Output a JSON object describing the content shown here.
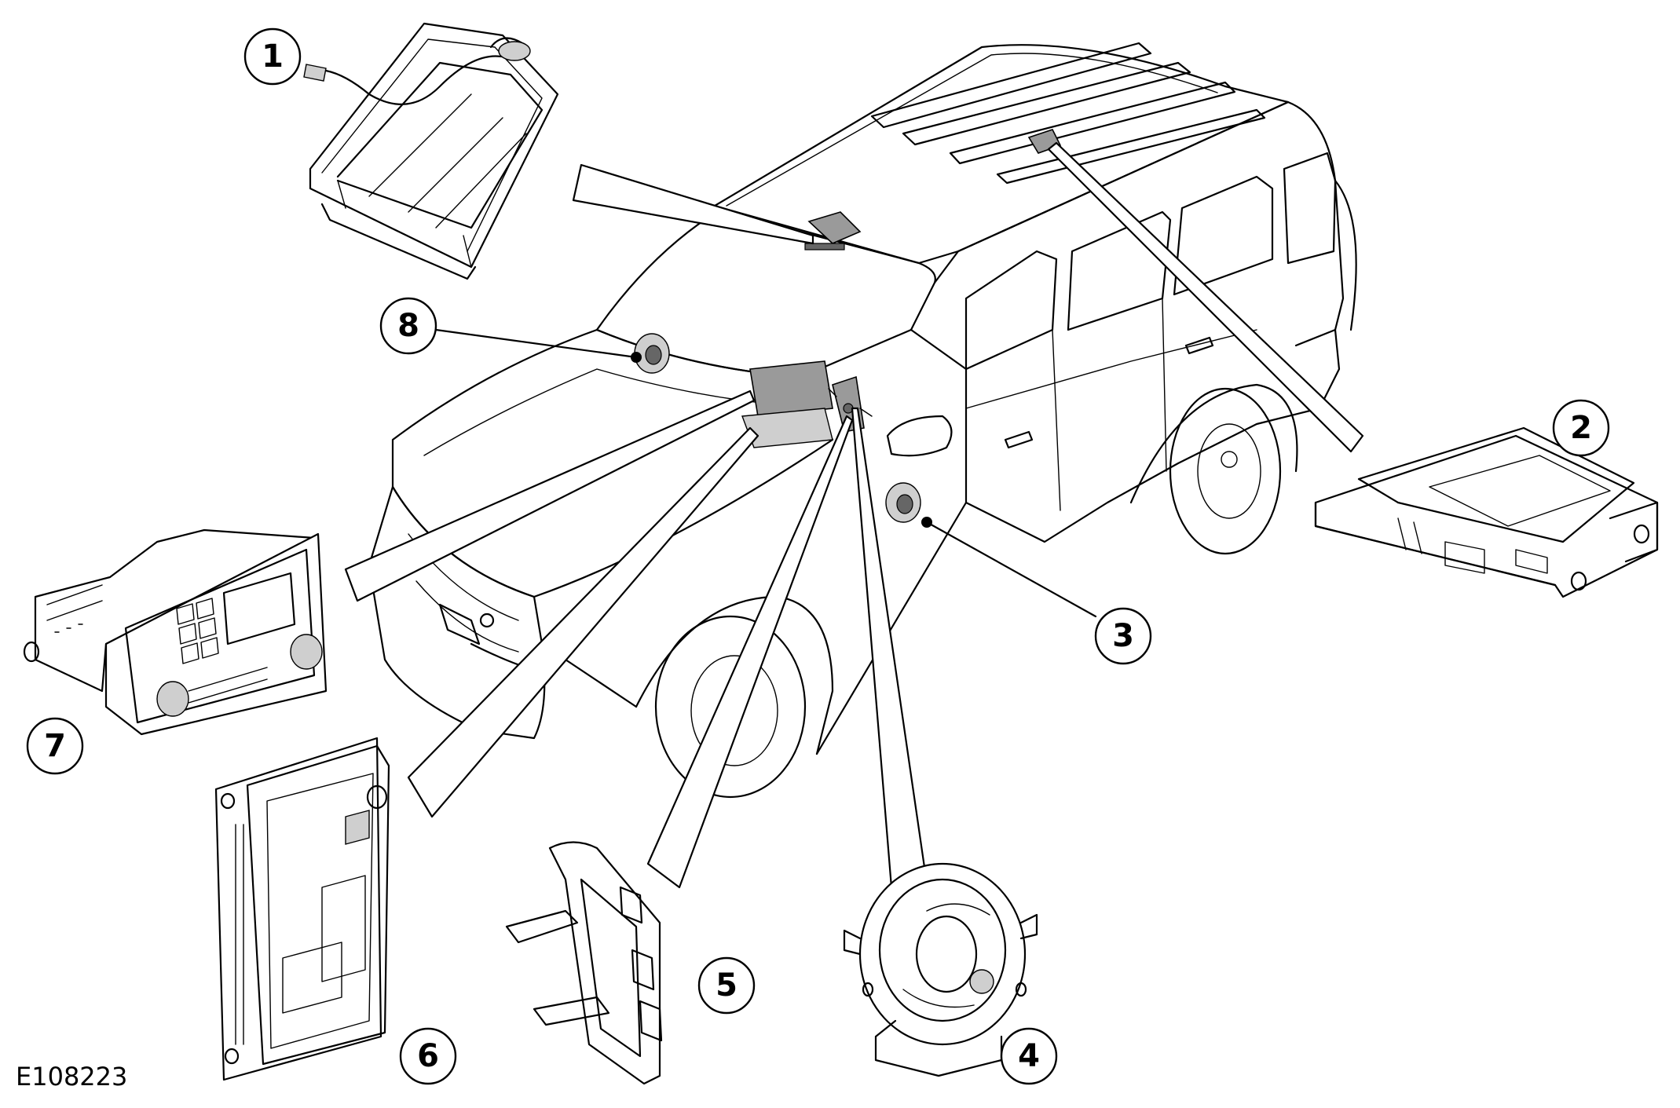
{
  "figure_reference": "E108223",
  "callouts": [
    {
      "id": "1",
      "label": "1"
    },
    {
      "id": "2",
      "label": "2"
    },
    {
      "id": "3",
      "label": "3"
    },
    {
      "id": "4",
      "label": "4"
    },
    {
      "id": "5",
      "label": "5"
    },
    {
      "id": "6",
      "label": "6"
    },
    {
      "id": "7",
      "label": "7"
    },
    {
      "id": "8",
      "label": "8"
    }
  ],
  "colors": {
    "line": "#000000",
    "background": "#ffffff",
    "component_fill": "#9a9a9a"
  }
}
